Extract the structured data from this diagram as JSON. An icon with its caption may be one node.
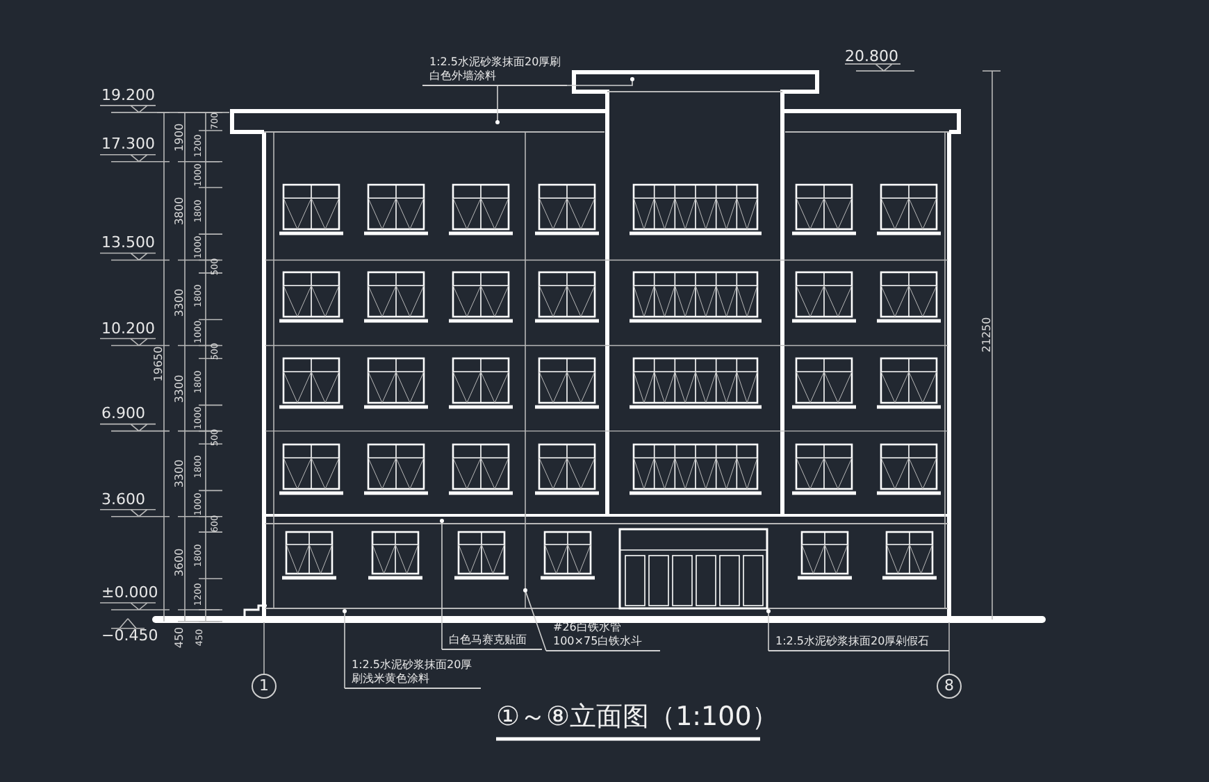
{
  "diagram": {
    "title": "①～⑧立面图（1:100）",
    "nodes": [
      {
        "text": [
          "1:2.5水泥砂浆抹面20厚刷白色外墙涂料"
        ]
      },
      {
        "text": [
          "1:2.5水泥砂浆抹面20厚刷浅米黄色涂料"
        ]
      },
      {
        "text": [
          "白色马赛克贴面"
        ]
      },
      {
        "text": [
          "#26白铁水管100×75白铁水斗"
        ]
      },
      {
        "text": [
          "1:2.5水泥砂浆抹面20厚剁假石"
        ]
      },
      {
        "text": [
          "1"
        ]
      },
      {
        "text": [
          "8"
        ]
      }
    ],
    "edges": [
      {
        "from": 0,
        "to": null,
        "arrow": "none"
      },
      {
        "from": 1,
        "to": null,
        "arrow": "none"
      },
      {
        "from": 2,
        "to": null,
        "arrow": "none"
      },
      {
        "from": 3,
        "to": null,
        "arrow": "none"
      },
      {
        "from": 4,
        "to": null,
        "arrow": "none"
      }
    ],
    "labels": [
      "20.800",
      "19.200",
      "17.300",
      "13.500",
      "10.200",
      "6.900",
      "3.600",
      "±0.000",
      "−0.450",
      "19650",
      "1900",
      "3800",
      "3300",
      "3300",
      "3300",
      "3600",
      "450",
      "700",
      "1200",
      "1000",
      "1800",
      "1000",
      "500",
      "1800",
      "1000",
      "500",
      "1800",
      "1000",
      "500",
      "1800",
      "1000",
      "600",
      "1800",
      "1200",
      "450",
      "21250"
    ]
  }
}
